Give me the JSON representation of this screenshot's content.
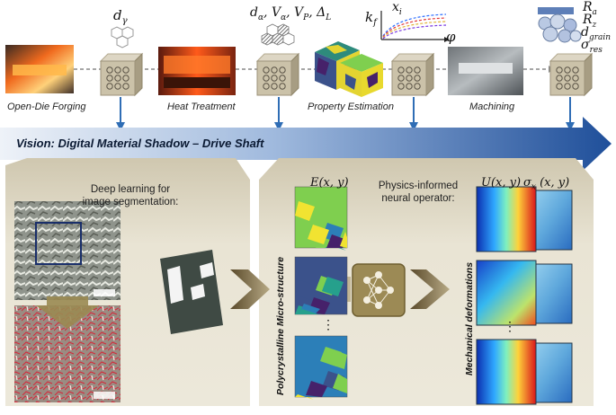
{
  "process_steps": [
    {
      "label": "Open-Die Forging"
    },
    {
      "label": "Heat Treatment"
    },
    {
      "label": "Property Estimation"
    },
    {
      "label": "Machining"
    }
  ],
  "symbols": {
    "d_gamma": "d",
    "d_gamma_sub": "γ",
    "params_1": "d",
    "params_1_sub": "α",
    "params_rest": ", V",
    "params_va_sub": "α",
    "params_vp": ", V",
    "params_vp_sub": "P",
    "params_dl": ", Δ",
    "params_dl_sub": "L",
    "kf": "k",
    "kf_sub": "f",
    "xi": "x",
    "xi_sub": "i",
    "phi": "φ",
    "Ra": "R",
    "Ra_sub": "a",
    "Rz": "R",
    "Rz_sub": "z",
    "dgrain": "d",
    "dgrain_sub": "grain",
    "sres": "σ",
    "sres_sub": "res"
  },
  "banner": {
    "title": "Vision: Digital Material Shadow – Drive Shaft"
  },
  "left_panel": {
    "title_line1": "Deep learning for",
    "title_line2": "image segmentation:"
  },
  "right_panel": {
    "title_line1": "Physics-informed",
    "title_line2": "neural operator:",
    "E_label": "E(x, y)",
    "U_label": "U(x, y)",
    "sigma_label": "σ",
    "sigma_sub": "x",
    "sigma_rest": "(x, y)",
    "micro_label": "Polycrystalline Micro-structure",
    "defo_label": "Mechanical deformations",
    "ellipsis": "⋮"
  },
  "colors": {
    "banner_dark": "#1f4f9a",
    "banner_light": "#e8eef7",
    "panel_bg": "#e9e4d4",
    "panel_top": "#cfc7af",
    "arrow_blue": "#2f6db5",
    "node_box": "#c9bfa6",
    "grain_yellow": "#f1e331",
    "grain_green": "#7fcf4f",
    "grain_teal": "#26a08c",
    "grain_blue": "#3b528b",
    "grain_purple": "#46216a"
  },
  "icons": [
    "hexagon-cluster-icon",
    "neural-network-cube-icon",
    "hatched-hexagon-icon",
    "grain-cube-icon",
    "flow-curve-icon",
    "grain-stack-icon"
  ]
}
